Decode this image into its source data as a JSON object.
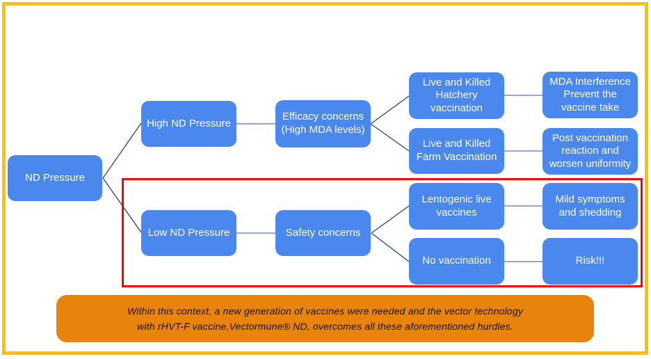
{
  "colors": {
    "frame_gold": "#FFC000",
    "node_blue": "#4A88EE",
    "note_orange": "#E8830C",
    "highlight_red": "#FF0000",
    "connector_dark": "#4D5F94",
    "connector_light": "#98A6CC",
    "node_text": "#FFFFFF",
    "note_text": "#111111"
  },
  "nodes": {
    "nd_pressure": {
      "label": "ND Pressure"
    },
    "high_nd_pressure": {
      "label": "High ND Pressure"
    },
    "efficacy_concerns": {
      "label": "Efficacy concerns\n(High MDA levels)"
    },
    "hatchery_vaccination": {
      "label": "Live and Killed\nHatchery\nvaccination"
    },
    "mda_interference": {
      "label": "MDA Interference\nPrevent the\nvaccine take"
    },
    "farm_vaccination": {
      "label": "Live and Killed\nFarm Vaccination"
    },
    "post_vaccination": {
      "label": "Post vaccination\nreaction and\nworsen uniformity"
    },
    "low_nd_pressure": {
      "label": "Low ND Pressure"
    },
    "safety_concerns": {
      "label": "Safety concerns"
    },
    "lentogenic_vaccines": {
      "label": "Lentogenic live\nvaccines"
    },
    "mild_symptoms": {
      "label": "Mild symptoms\nand shedding"
    },
    "no_vaccination": {
      "label": "No vaccination"
    },
    "risk": {
      "label": "Risk!!!"
    }
  },
  "note": {
    "text": "Within this context, a new generation of vaccines were needed and the vector technology\nwith rHVT-F vaccine,Vectormune® ND, overcomes all these aforementioned hurdles."
  }
}
